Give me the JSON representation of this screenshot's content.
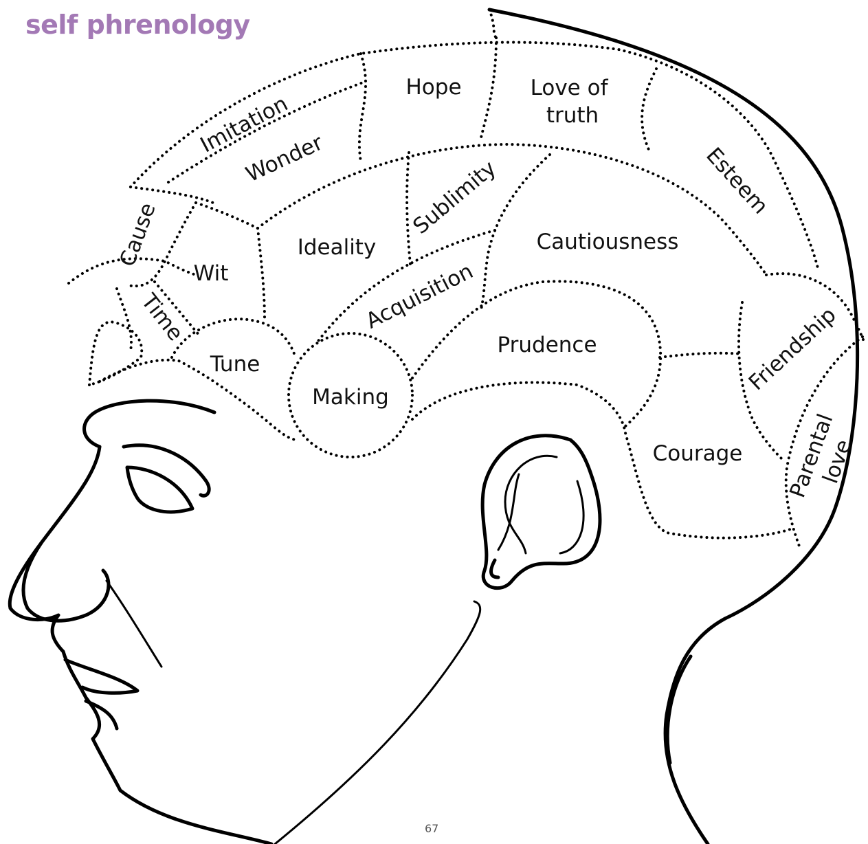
{
  "header": {
    "title": "self phrenology"
  },
  "footer": {
    "page_number": "67"
  },
  "colors": {
    "title": "#a379b5",
    "ink": "#000000",
    "background": "#ffffff"
  },
  "diagram": {
    "regions": [
      {
        "id": "hope",
        "label": "Hope"
      },
      {
        "id": "love-of-truth",
        "lines": [
          "Love of",
          "truth"
        ]
      },
      {
        "id": "imitation",
        "label": "Imitation"
      },
      {
        "id": "wonder",
        "label": "Wonder"
      },
      {
        "id": "esteem",
        "label": "Esteem"
      },
      {
        "id": "sublimity",
        "label": "Sublimity"
      },
      {
        "id": "cause",
        "label": "Cause"
      },
      {
        "id": "ideality",
        "label": "Ideality"
      },
      {
        "id": "cautiousness",
        "label": "Cautiousness"
      },
      {
        "id": "wit",
        "label": "Wit"
      },
      {
        "id": "acquisition",
        "label": "Acquisition"
      },
      {
        "id": "time",
        "label": "Time"
      },
      {
        "id": "friendship",
        "label": "Friendship"
      },
      {
        "id": "prudence",
        "label": "Prudence"
      },
      {
        "id": "tune",
        "label": "Tune"
      },
      {
        "id": "making",
        "label": "Making"
      },
      {
        "id": "courage",
        "label": "Courage"
      },
      {
        "id": "parental-love",
        "lines": [
          "Parental",
          "love"
        ]
      }
    ]
  }
}
